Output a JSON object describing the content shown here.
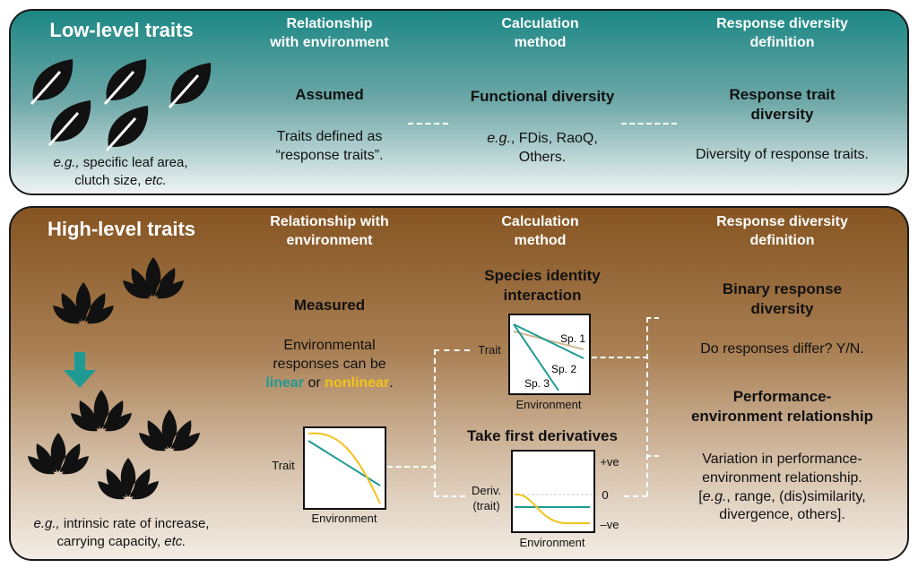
{
  "low": {
    "title": "Low-level traits",
    "example_pre": "e.g.,",
    "example": " specific leaf area,",
    "example2": "clutch size, ",
    "etc": "etc.",
    "col_headers": [
      "Relationship\nwith environment",
      "Calculation\nmethod",
      "Response diversity\ndefinition"
    ],
    "relationship": "Assumed",
    "relationship_desc": "Traits defined as\n“response traits”.",
    "method": "Functional diversity",
    "method_eg": "e.g.",
    "method_desc": ", FDis, RaoQ,\nOthers.",
    "definition": "Response trait\ndiversity",
    "definition_desc": "Diversity of response traits."
  },
  "high": {
    "title": "High-level traits",
    "example_pre": "e.g.,",
    "example": " intrinsic rate of increase,",
    "example2": "carrying capacity, ",
    "etc": "etc.",
    "col_headers": [
      "Relationship with\nenvironment",
      "Calculation\nmethod",
      "Response diversity\ndefinition"
    ],
    "relationship": "Measured",
    "relationship_desc": "Environmental\nresponses can be",
    "linear": "linear",
    "or": " or ",
    "nonlinear": "nonlinear",
    "period": ".",
    "method1": "Species identity\ninteraction",
    "method2": "Take first derivatives",
    "def1": "Binary response\ndiversity",
    "def1_desc": "Do responses differ? Y/N.",
    "def2": "Performance-\nenvironment relationship",
    "def2_desc": "Variation in performance-\nenvironment relationship.",
    "def2_desc2_open": "[",
    "def2_eg": "e.g.",
    "def2_desc2": ", range, (dis)similarity,\ndivergence, others]."
  },
  "plots": {
    "trait": "Trait",
    "environment": "Environment",
    "sp1": "Sp. 1",
    "sp2": "Sp. 2",
    "sp3": "Sp. 3",
    "deriv": "Deriv.\n(trait)",
    "pos": "+ve",
    "zero": "0",
    "neg": "–ve"
  },
  "colors": {
    "teal": "#1f9a93",
    "yellow": "#f2c21b",
    "tan": "#cdb892"
  }
}
